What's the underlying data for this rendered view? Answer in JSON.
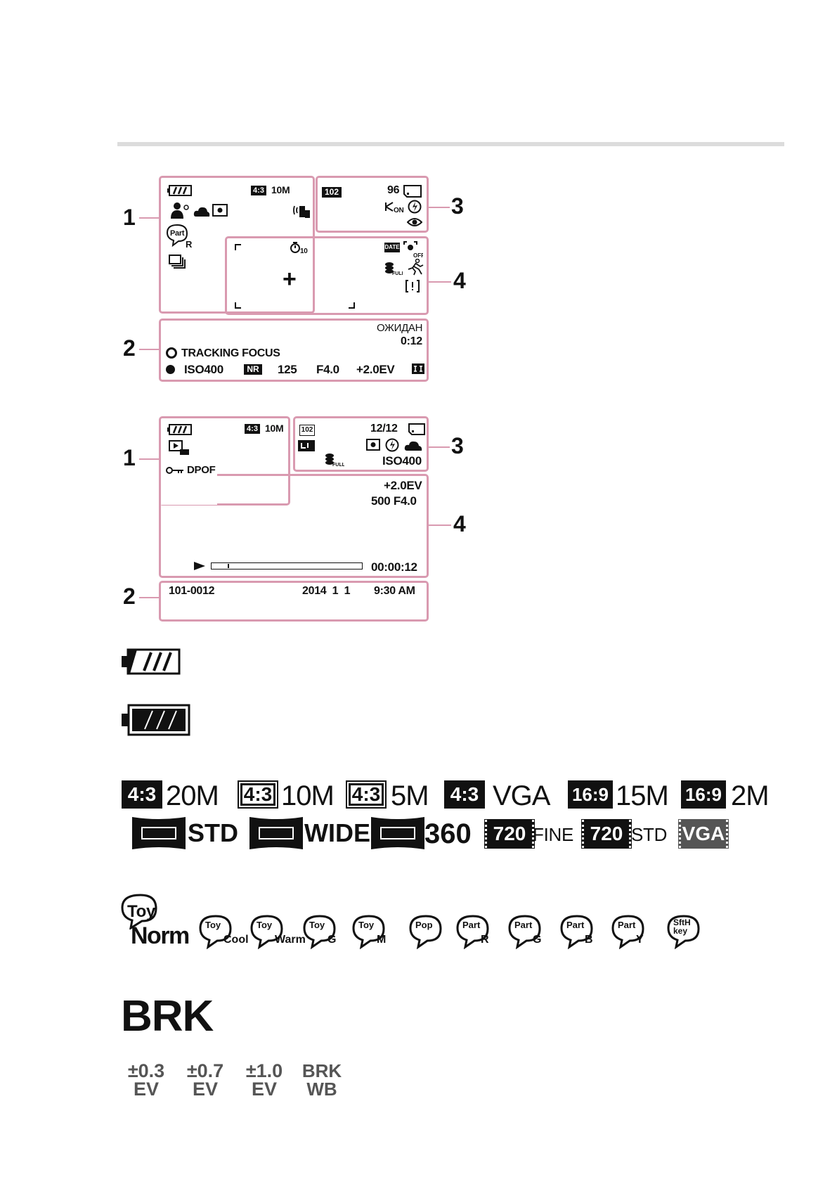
{
  "screen1": {
    "callouts": [
      "1",
      "2",
      "3",
      "4"
    ],
    "resolution": "10M",
    "aspect": "4:3",
    "folder": "102",
    "shots_remaining": "96",
    "ae_on": "ON",
    "timer": "10",
    "date_badge": "DATE",
    "standby": "ОЖИДАН",
    "time": "0:12",
    "tracking": "TRACKING FOCUS",
    "iso": "ISO400",
    "nr": "NR",
    "shutter": "125",
    "aperture": "F4.0",
    "ev": "+2.0EV",
    "part_label": "Part",
    "part_sub": "R"
  },
  "screen2": {
    "callouts": [
      "1",
      "2",
      "3",
      "4"
    ],
    "resolution": "10M",
    "aspect": "4:3",
    "folder": "102",
    "counter": "12/12",
    "iso": "ISO400",
    "dpof": "DPOF",
    "ev": "+2.0EV",
    "shutter_aperture": "500 F4.0",
    "playback_time": "00:00:12",
    "file": "101-0012",
    "date": "2014  1  1",
    "clock": "9:30 AM",
    "progress": 0.11
  },
  "image_sizes": [
    {
      "aspect": "4:3",
      "size": "20M",
      "style": "solid"
    },
    {
      "aspect": "4:3",
      "size": "10M",
      "style": "outline"
    },
    {
      "aspect": "4:3",
      "size": "5M",
      "style": "outline"
    },
    {
      "aspect": "4:3",
      "size": "VGA",
      "style": "solid"
    },
    {
      "aspect": "16:9",
      "size": "15M",
      "style": "solid"
    },
    {
      "aspect": "16:9",
      "size": "2M",
      "style": "solid"
    }
  ],
  "panorama": [
    {
      "label": "STD"
    },
    {
      "label": "WIDE"
    },
    {
      "label": "360"
    }
  ],
  "movie": [
    {
      "badge": "720",
      "label": "FINE"
    },
    {
      "badge": "720",
      "label": "STD"
    },
    {
      "badge": "VGA",
      "label": ""
    }
  ],
  "effects": [
    {
      "top": "Toy",
      "sub": "Norm"
    },
    {
      "top": "Toy",
      "sub": "Cool"
    },
    {
      "top": "Toy",
      "sub": "Warm"
    },
    {
      "top": "Toy",
      "sub": "G"
    },
    {
      "top": "Toy",
      "sub": "M"
    },
    {
      "top": "Pop",
      "sub": ""
    },
    {
      "top": "Part",
      "sub": "R"
    },
    {
      "top": "Part",
      "sub": "G"
    },
    {
      "top": "Part",
      "sub": "B"
    },
    {
      "top": "Part",
      "sub": "Y"
    },
    {
      "top": "SftH\nkey",
      "sub": ""
    }
  ],
  "brk": "BRK",
  "brk_options": [
    {
      "top": "±0.3",
      "bottom": "EV"
    },
    {
      "top": "±0.7",
      "bottom": "EV"
    },
    {
      "top": "±1.0",
      "bottom": "EV"
    },
    {
      "top": "BRK",
      "bottom": "WB"
    }
  ]
}
